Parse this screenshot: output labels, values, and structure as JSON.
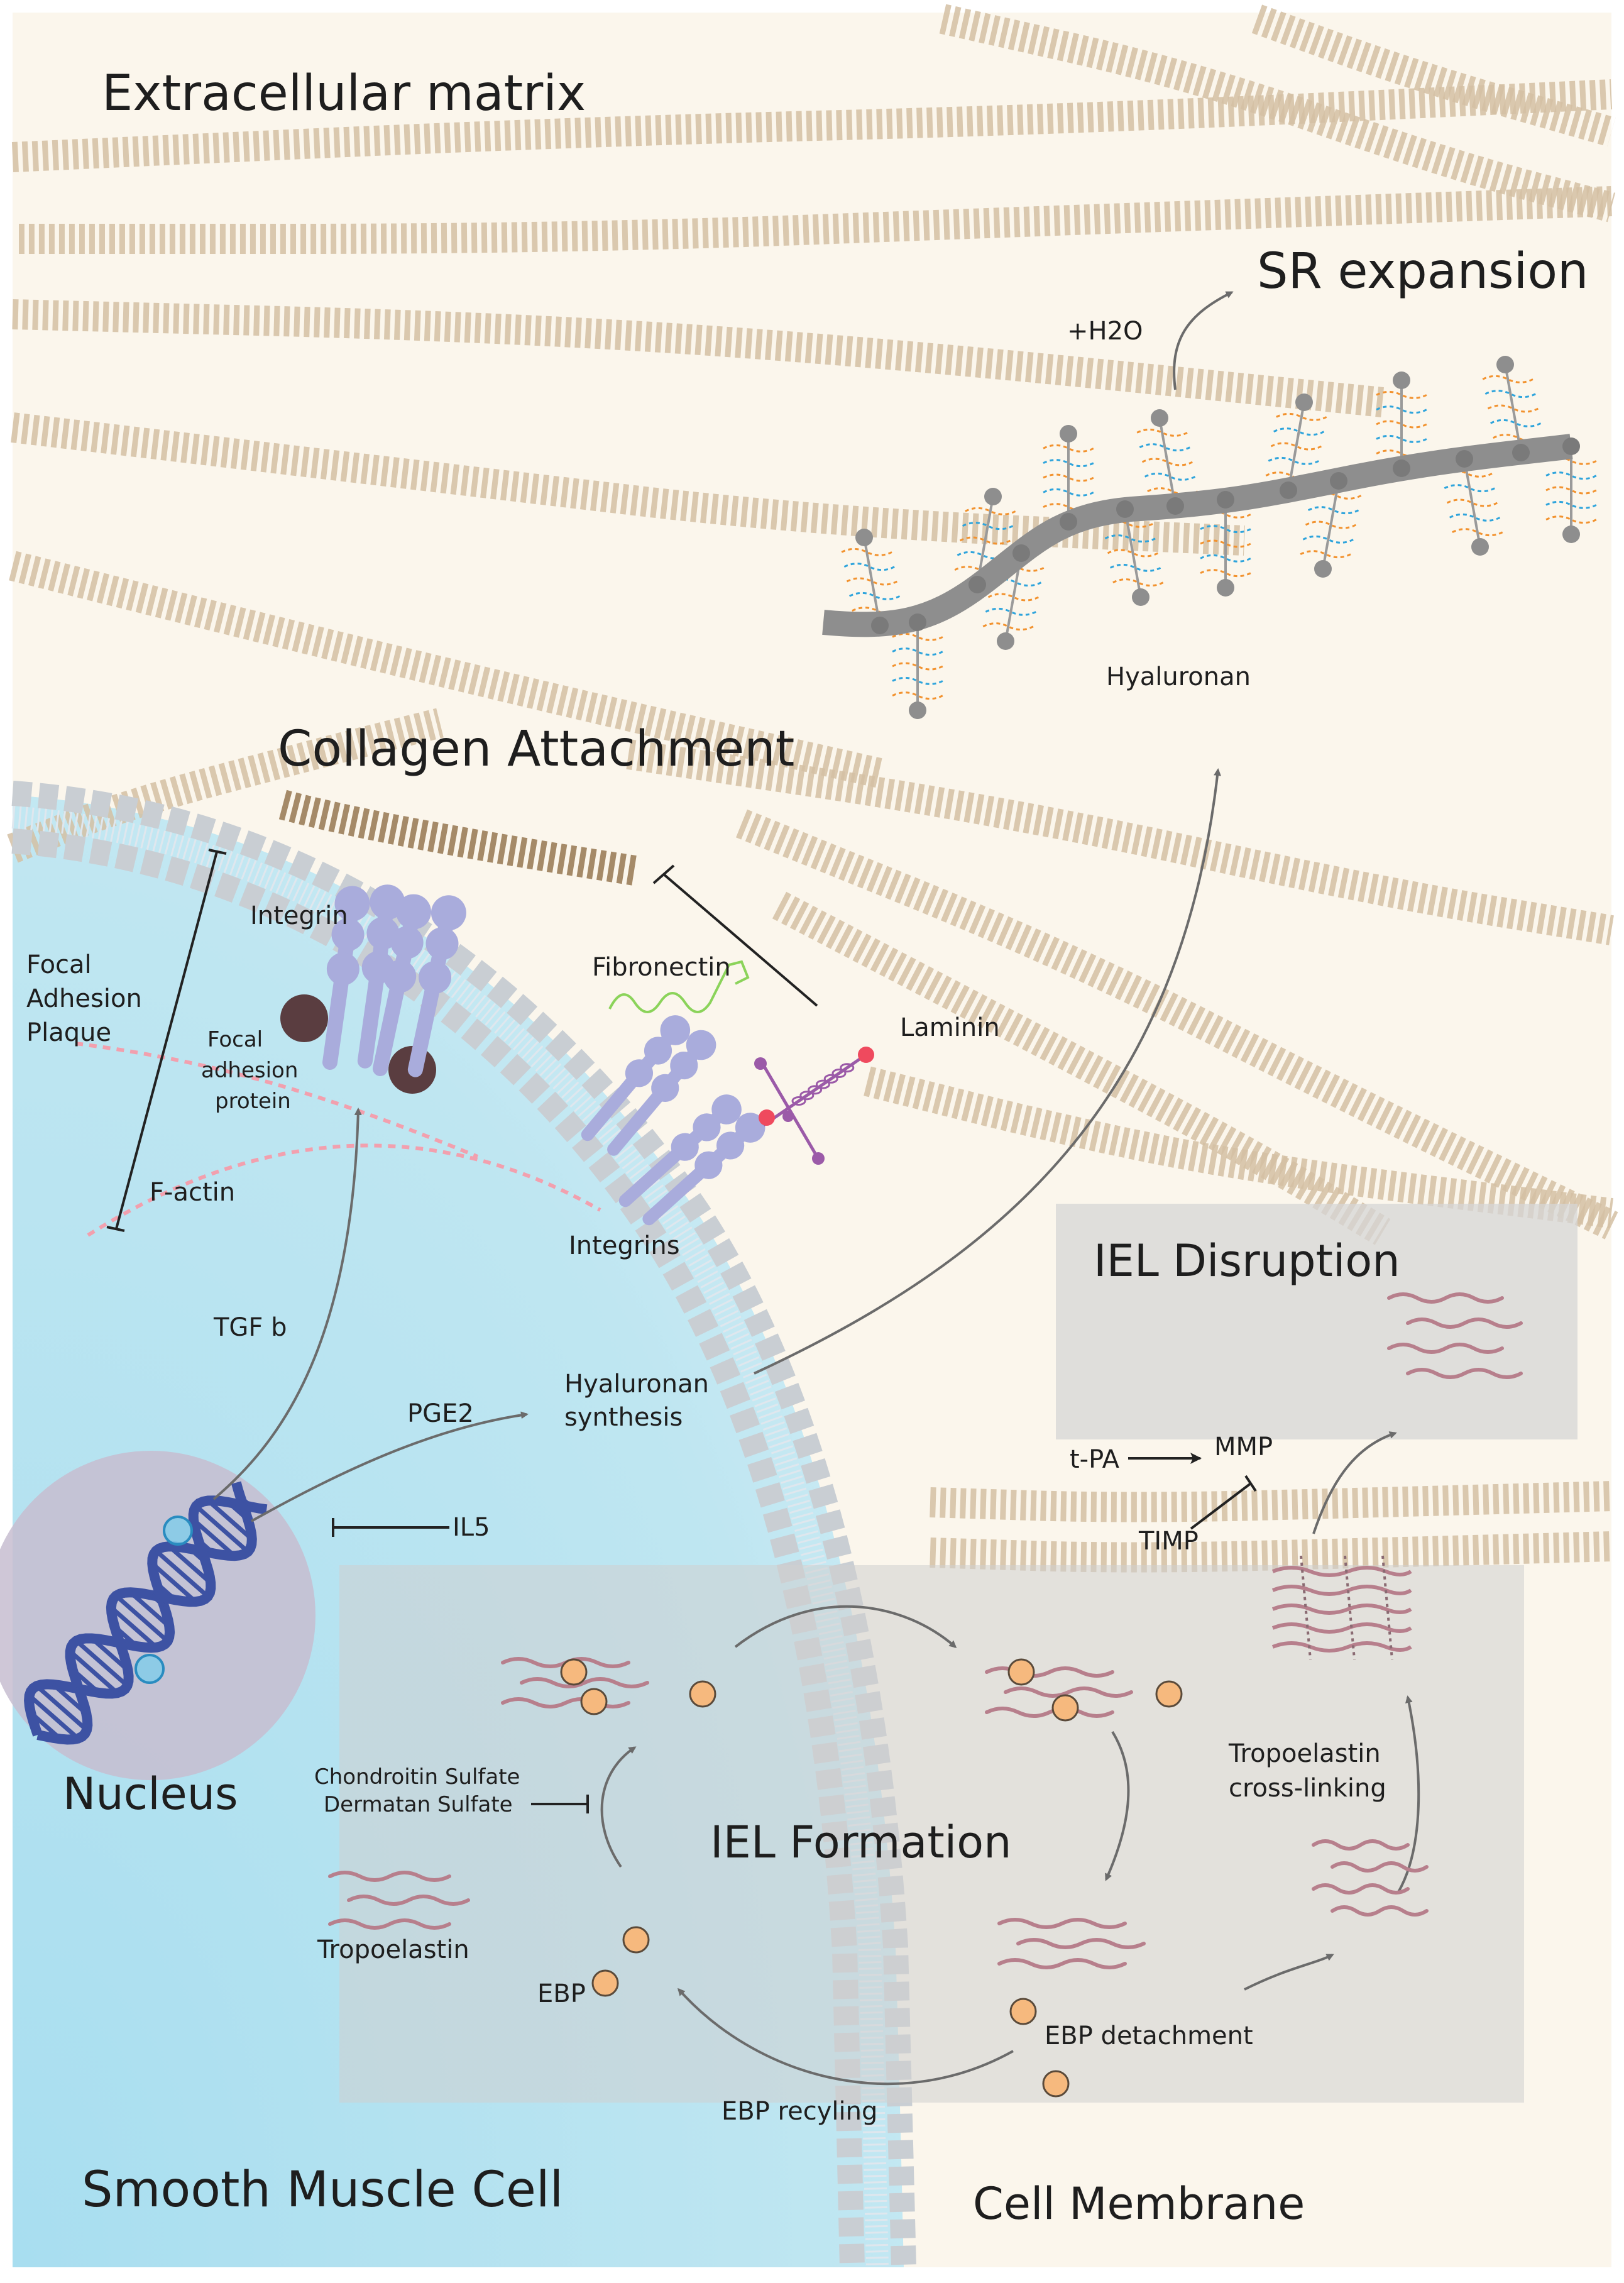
{
  "labels": {
    "extracellular_matrix": "Extracellular matrix",
    "sr_expansion": "SR expansion",
    "h2o": "+H2O",
    "hyaluronan": "Hyaluronan",
    "collagen_attachment": "Collagen Attachment",
    "integrin": "Integrin",
    "focal_adhesion_plaque": [
      "Focal",
      "Adhesion",
      "Plaque"
    ],
    "focal_adhesion_protein": [
      "Focal",
      "adhesion",
      "protein"
    ],
    "f_actin": "F-actin",
    "fibronectin": "Fibronectin",
    "laminin": "Laminin",
    "integrins": "Integrins",
    "iel_disruption": "IEL Disruption",
    "tgf_b": "TGF b",
    "pge2": "PGE2",
    "hyaluronan_synthesis": [
      "Hyaluronan",
      "synthesis"
    ],
    "tpa": "t-PA",
    "mmp": "MMP",
    "timp": "TIMP",
    "il5": "IL5",
    "nucleus": "Nucleus",
    "chondroitin_sulfate": "Chondroitin Sulfate",
    "dermatan_sulfate": "Dermatan Sulfate",
    "iel_formation": "IEL Formation",
    "tropoelastin_crosslinking": [
      "Tropoelastin",
      "cross-linking"
    ],
    "tropoelastin": "Tropoelastin",
    "ebp": "EBP",
    "ebp_detachment": "EBP detachment",
    "ebp_recycling": "EBP recyling",
    "smooth_muscle_cell": "Smooth Muscle Cell",
    "cell_membrane": "Cell Membrane"
  },
  "colors": {
    "ecm_background": "#fbf6ec",
    "cell_interior": "#bfe6f1",
    "collagen": "#d4bfa3",
    "collagen_dark": "#a58a68",
    "membrane_bead": "#c9ced3",
    "integrin": "#a9acdc",
    "focal_protein": "#5a3d40",
    "f_actin": "#f2a0ae",
    "fibronectin": "#8bd35a",
    "laminin": "#9b5aa8",
    "laminin_end": "#ef4a5e",
    "hyaluronan_backbone": "#8e8e8e",
    "proteoglycan_orange": "#f2922e",
    "proteoglycan_blue": "#2ea4dc",
    "elastin": "#b77f8c",
    "ebp": "#f6b97e",
    "nucleus": "#c7bdd0",
    "dna": "#3d52a3",
    "box": "#d9d9d9"
  }
}
